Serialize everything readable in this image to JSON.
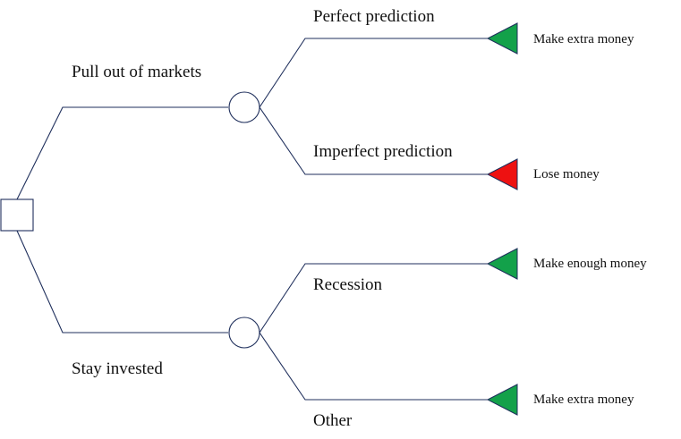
{
  "diagram": {
    "decision_node": {
      "kind": "decision"
    },
    "branches": [
      {
        "label": "Pull out of markets",
        "chance_node": {
          "kind": "chance"
        },
        "outcomes": [
          {
            "label": "Perfect prediction",
            "result": "Make extra money",
            "color": "#13a14a"
          },
          {
            "label": "Imperfect prediction",
            "result": "Lose money",
            "color": "#ee1111"
          }
        ]
      },
      {
        "label": "Stay invested",
        "chance_node": {
          "kind": "chance"
        },
        "outcomes": [
          {
            "label": "Recession",
            "result": "Make enough money",
            "color": "#13a14a"
          },
          {
            "label": "Other",
            "result": "Make extra money",
            "color": "#13a14a"
          }
        ]
      }
    ],
    "colors": {
      "line": "#1f2f5c",
      "positive": "#13a14a",
      "negative": "#ee1111"
    }
  }
}
